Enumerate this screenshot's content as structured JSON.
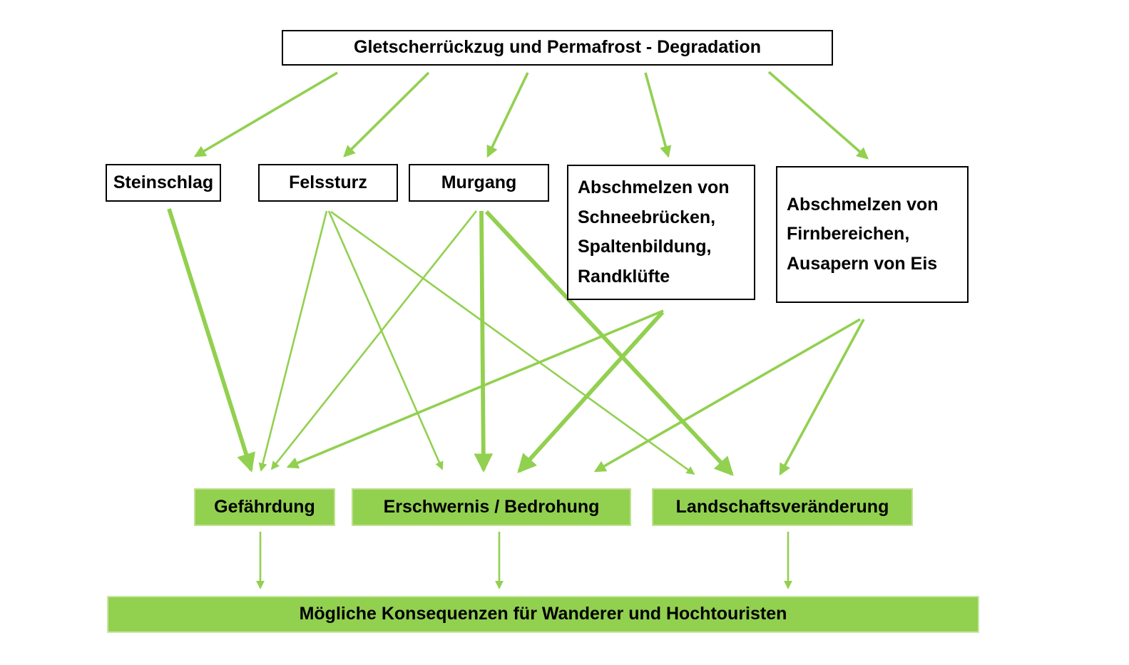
{
  "diagram": {
    "colors": {
      "green": "#92D050",
      "text": "#000000",
      "box_border": "#000000"
    },
    "root": {
      "id": "top",
      "label": "Gletscherrückzug und Permafrost - Degradation"
    },
    "causes": [
      {
        "id": "steinschlag",
        "label": "Steinschlag"
      },
      {
        "id": "felssturz",
        "label": "Felssturz"
      },
      {
        "id": "murgang",
        "label": "Murgang"
      },
      {
        "id": "schneebruecken",
        "label": "Abschmelzen von Schneebrücken, Spaltenbildung, Randklüfte"
      },
      {
        "id": "firnbereichen",
        "label": "Abschmelzen von Firnbereichen, Ausapern von Eis"
      }
    ],
    "effects": [
      {
        "id": "gefaehrdung",
        "label": "Gefährdung"
      },
      {
        "id": "erschwernis",
        "label": "Erschwernis / Bedrohung"
      },
      {
        "id": "landschaft",
        "label": "Landschaftsveränderung"
      }
    ],
    "outcome": {
      "id": "konsequenzen",
      "label": "Mögliche Konsequenzen für Wanderer und Hochtouristen"
    },
    "edges": [
      {
        "from": "top",
        "to": "steinschlag",
        "weight": "medium"
      },
      {
        "from": "top",
        "to": "felssturz",
        "weight": "medium"
      },
      {
        "from": "top",
        "to": "murgang",
        "weight": "medium"
      },
      {
        "from": "top",
        "to": "schneebruecken",
        "weight": "medium"
      },
      {
        "from": "top",
        "to": "firnbereichen",
        "weight": "medium"
      },
      {
        "from": "steinschlag",
        "to": "gefaehrdung",
        "weight": "thick"
      },
      {
        "from": "felssturz",
        "to": "gefaehrdung",
        "weight": "thin"
      },
      {
        "from": "felssturz",
        "to": "erschwernis",
        "weight": "thin"
      },
      {
        "from": "felssturz",
        "to": "landschaft",
        "weight": "thin"
      },
      {
        "from": "murgang",
        "to": "gefaehrdung",
        "weight": "thin"
      },
      {
        "from": "murgang",
        "to": "erschwernis",
        "weight": "thick"
      },
      {
        "from": "murgang",
        "to": "landschaft",
        "weight": "thick"
      },
      {
        "from": "schneebruecken",
        "to": "gefaehrdung",
        "weight": "medium"
      },
      {
        "from": "schneebruecken",
        "to": "erschwernis",
        "weight": "thick"
      },
      {
        "from": "firnbereichen",
        "to": "erschwernis",
        "weight": "medium"
      },
      {
        "from": "firnbereichen",
        "to": "landschaft",
        "weight": "medium"
      },
      {
        "from": "gefaehrdung",
        "to": "konsequenzen",
        "weight": "thin"
      },
      {
        "from": "erschwernis",
        "to": "konsequenzen",
        "weight": "thin"
      },
      {
        "from": "landschaft",
        "to": "konsequenzen",
        "weight": "thin"
      }
    ]
  }
}
